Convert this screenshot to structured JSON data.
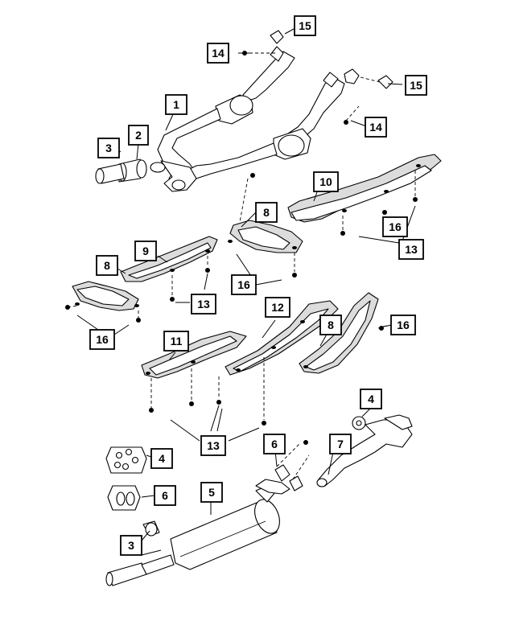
{
  "callouts": {
    "c1": "1",
    "c2": "2",
    "c3a": "3",
    "c3b": "3",
    "c4a": "4",
    "c4b": "4",
    "c5": "5",
    "c6a": "6",
    "c6b": "6",
    "c7": "7",
    "c8a": "8",
    "c8b": "8",
    "c8c": "8",
    "c9": "9",
    "c10": "10",
    "c11": "11",
    "c12": "12",
    "c13a": "13",
    "c13b": "13",
    "c13c": "13",
    "c14a": "14",
    "c14b": "14",
    "c15a": "15",
    "c15b": "15",
    "c16a": "16",
    "c16b": "16",
    "c16c": "16",
    "c16d": "16"
  },
  "colors": {
    "line": "#000000",
    "background": "#ffffff",
    "shade": "#dcdcdc"
  }
}
